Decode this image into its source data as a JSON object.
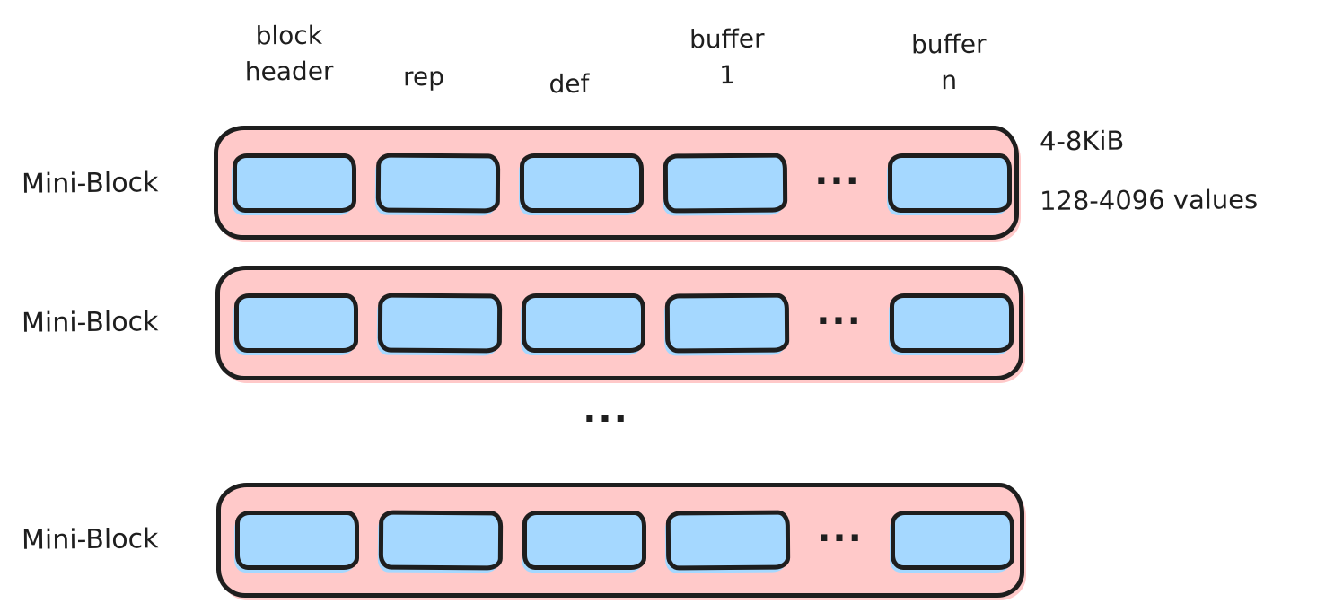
{
  "style": {
    "stroke_color": "#1e1e1e",
    "mini_block_fill": "#ffc9c9",
    "buffer_fill": "#a5d8ff",
    "background": "#ffffff"
  },
  "column_labels": {
    "block_header": {
      "line1": "block",
      "line2": "header"
    },
    "rep": {
      "line1": "rep"
    },
    "def": {
      "line1": "def"
    },
    "buffer_1": {
      "line1": "buffer",
      "line2": "1"
    },
    "buffer_n": {
      "line1": "buffer",
      "line2": "n"
    }
  },
  "rows": [
    {
      "label": "Mini-Block"
    },
    {
      "label": "Mini-Block"
    },
    {
      "label": "Mini-Block"
    }
  ],
  "ellipsis": "...",
  "annotations": {
    "size": "4-8KiB",
    "values": "128-4096 values"
  }
}
